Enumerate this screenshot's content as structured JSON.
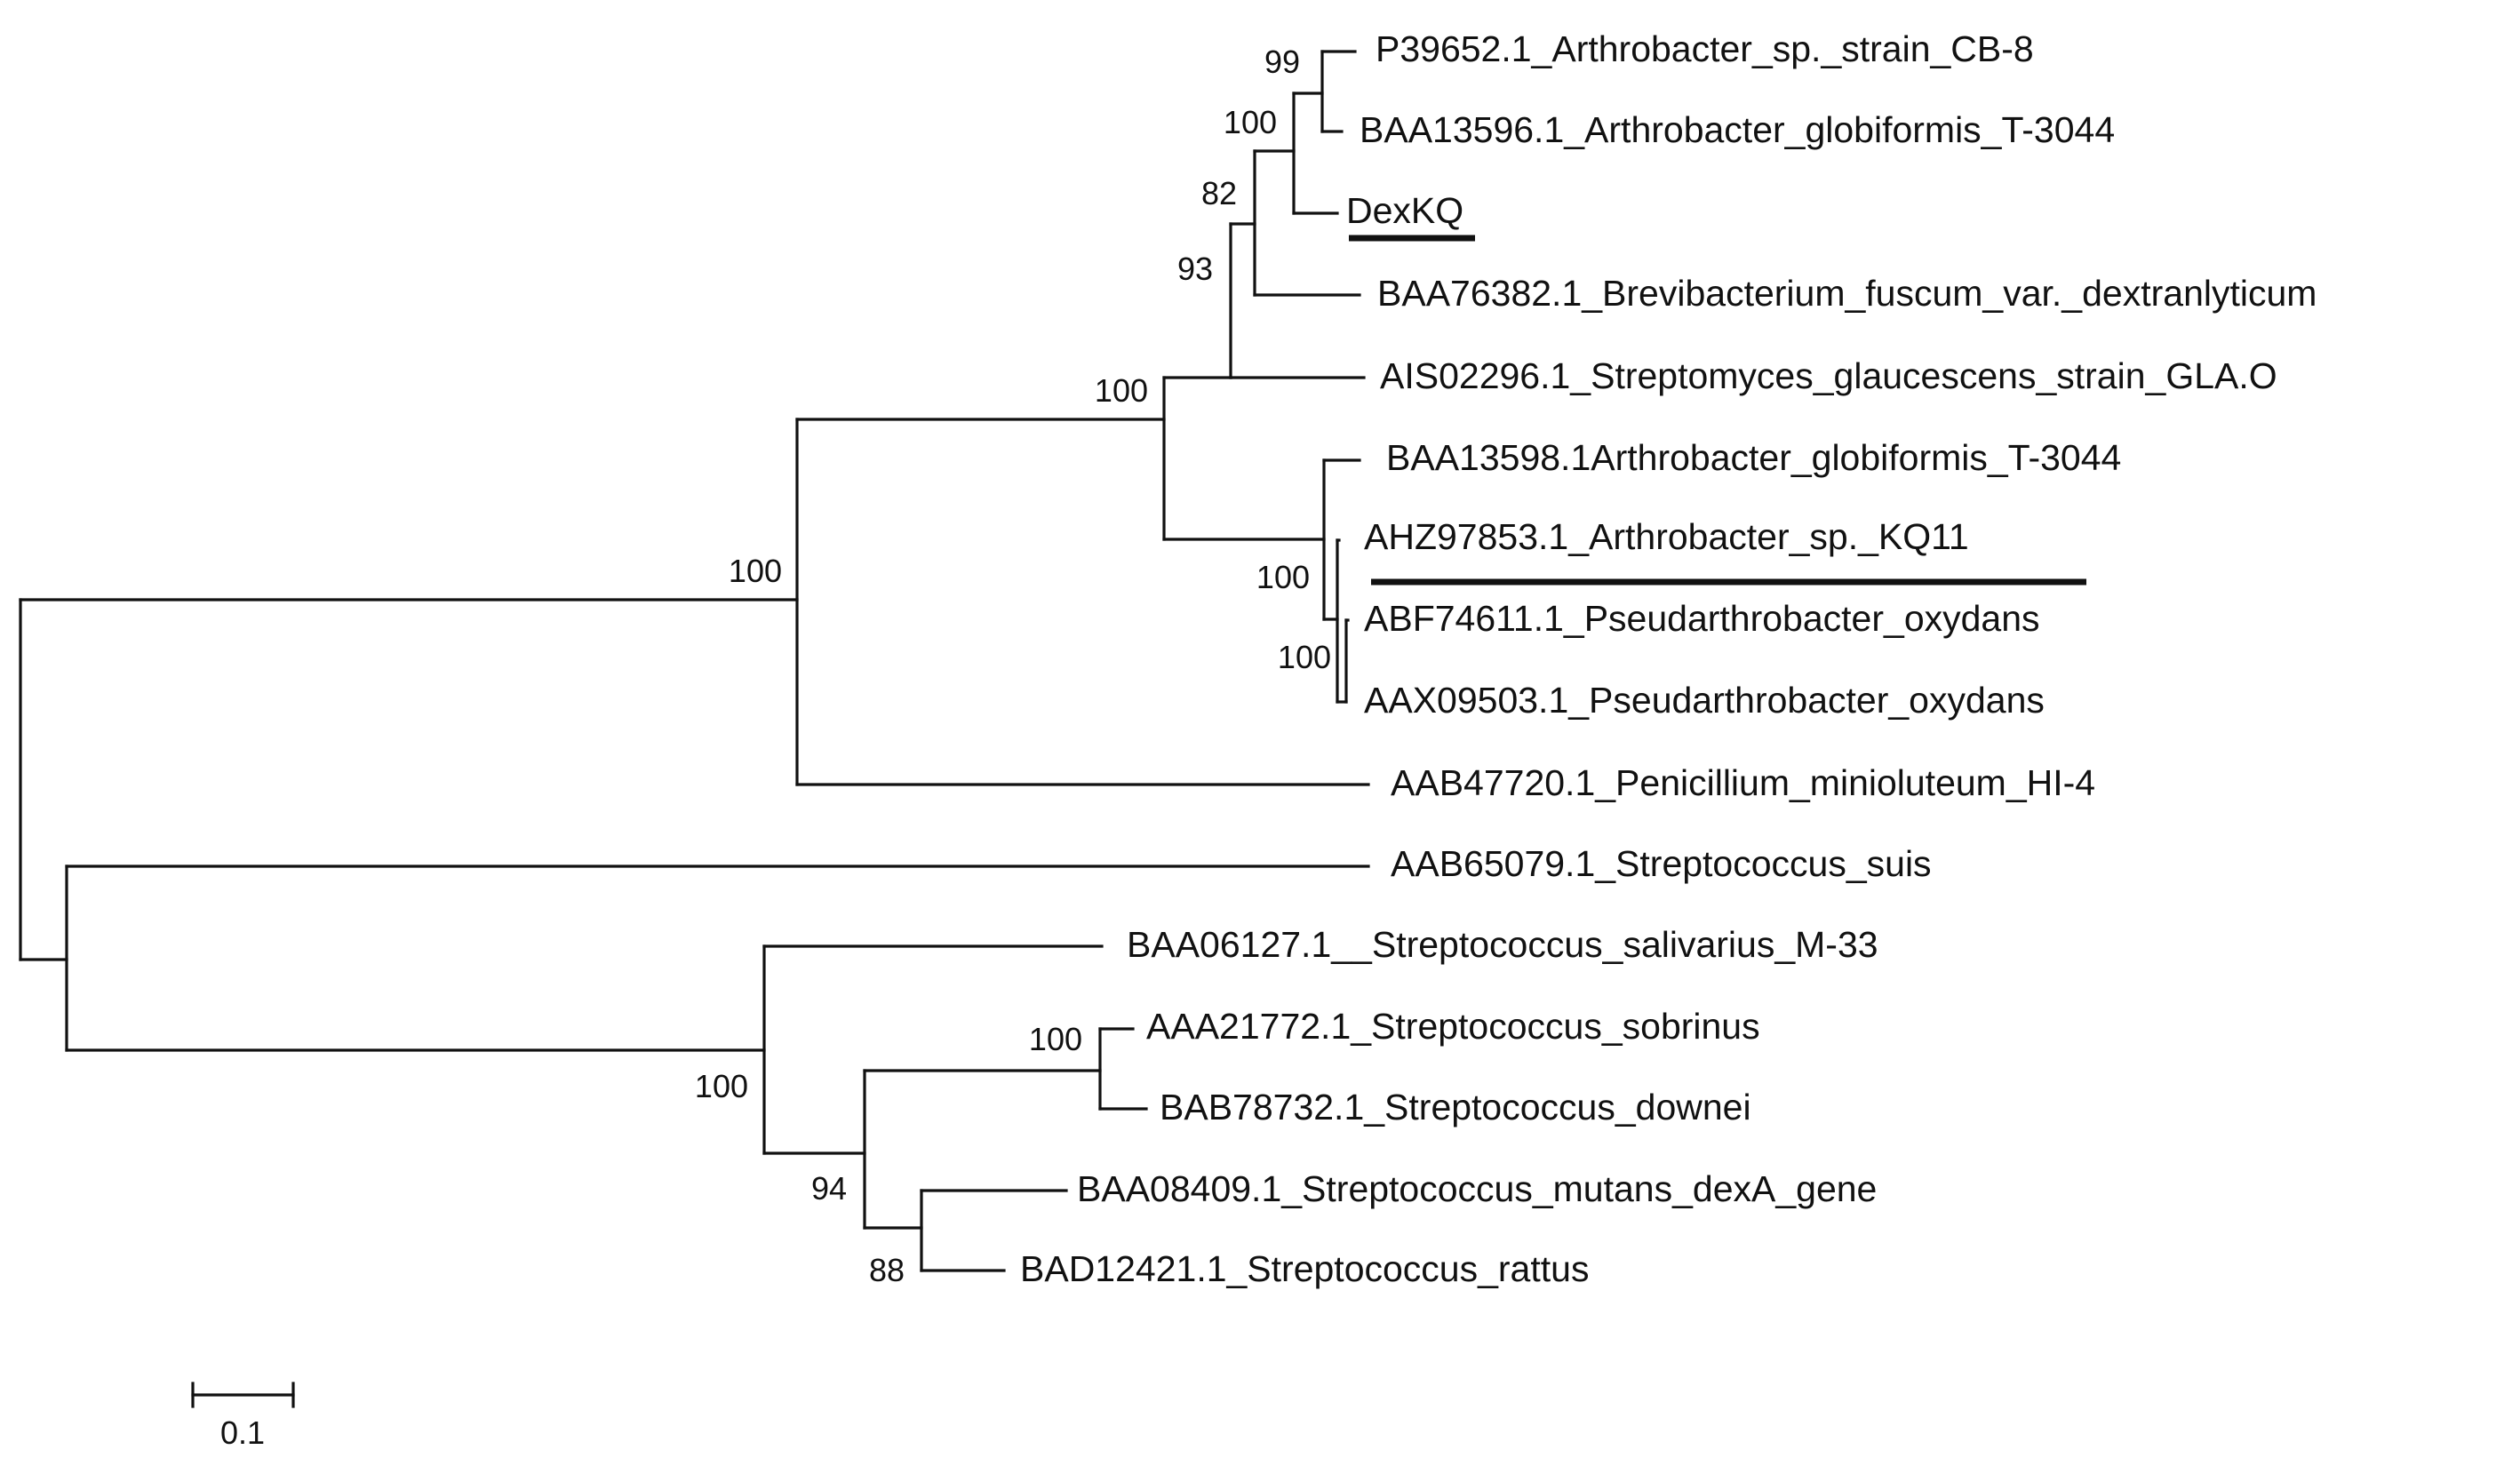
{
  "tree": {
    "leaves": [
      {
        "id": "L1",
        "label": "P39652.1_Arthrobacter_sp._strain_CB-8"
      },
      {
        "id": "L2",
        "label": "BAA13596.1_Arthrobacter_globiformis_T-3044"
      },
      {
        "id": "L3",
        "label": "DexKQ",
        "underlined": true
      },
      {
        "id": "L4",
        "label": "BAA76382.1_Brevibacterium_fuscum_var._dextranlyticum"
      },
      {
        "id": "L5",
        "label": "AIS02296.1_Streptomyces_glaucescens_strain_GLA.O"
      },
      {
        "id": "L6",
        "label": "BAA13598.1Arthrobacter_globiformis_T-3044"
      },
      {
        "id": "L7",
        "label": "AHZ97853.1_Arthrobacter_sp._KQ11",
        "underlined": true
      },
      {
        "id": "L8",
        "label": "ABF74611.1_Pseudarthrobacter_oxydans"
      },
      {
        "id": "L9",
        "label": "AAX09503.1_Pseudarthrobacter_oxydans"
      },
      {
        "id": "L10",
        "label": "AAB47720.1_Penicillium_minioluteum_HI-4"
      },
      {
        "id": "L11",
        "label": "AAB65079.1_Streptococcus_suis"
      },
      {
        "id": "L12",
        "label": "BAA06127.1__Streptococcus_salivarius_M-33"
      },
      {
        "id": "L13",
        "label": "AAA21772.1_Streptococcus_sobrinus"
      },
      {
        "id": "L14",
        "label": "BAB78732.1_Streptococcus_downei"
      },
      {
        "id": "L15",
        "label": "BAA08409.1_Streptococcus_mutans_dexA_gene"
      },
      {
        "id": "L16",
        "label": "BAD12421.1_Streptococcus_rattus"
      }
    ],
    "bootstrap": [
      {
        "node": "N1",
        "value": "99"
      },
      {
        "node": "N2",
        "value": "100"
      },
      {
        "node": "N3",
        "value": "82"
      },
      {
        "node": "N4",
        "value": "93"
      },
      {
        "node": "N5",
        "value": "100"
      },
      {
        "node": "N6",
        "value": "100"
      },
      {
        "node": "N7",
        "value": "100"
      },
      {
        "node": "N8",
        "value": "100"
      },
      {
        "node": "N9",
        "value": "100"
      },
      {
        "node": "N10",
        "value": "94"
      },
      {
        "node": "N11",
        "value": "88"
      },
      {
        "node": "N12",
        "value": "100"
      }
    ],
    "scale_bar": {
      "label": "0.1"
    }
  }
}
